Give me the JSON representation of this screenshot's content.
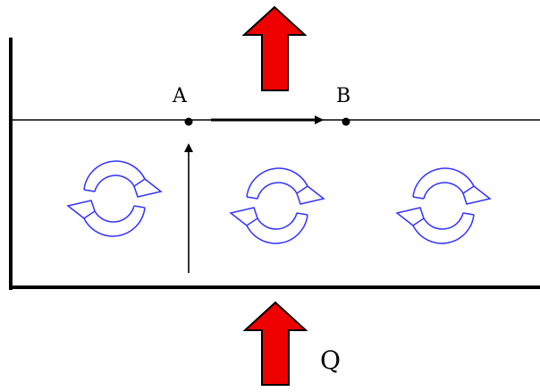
{
  "labels": {
    "point_a": "A",
    "point_b": "B",
    "heat": "Q"
  },
  "colors": {
    "container": "#000000",
    "surface_line": "#000000",
    "heat_arrow_fill": "#ee0000",
    "heat_arrow_stroke": "#000000",
    "convection_cell": "#3333ff",
    "background": "#ffffff"
  },
  "icons": {
    "convection_cell": "circular-arrows-icon",
    "heat_flow": "up-arrow-icon"
  }
}
